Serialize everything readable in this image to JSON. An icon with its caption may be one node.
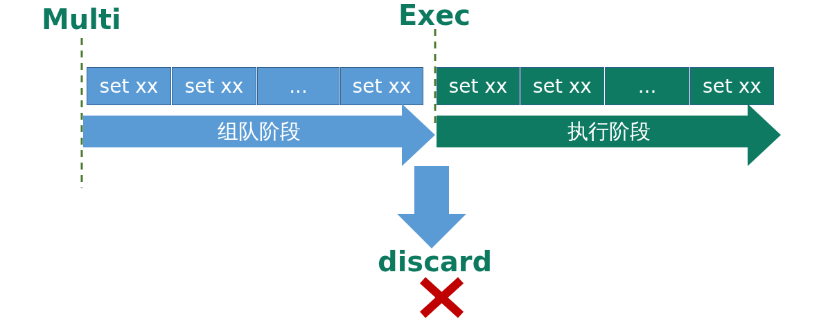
{
  "diagram": {
    "nodes": [
      {
        "text": [
          "set xx"
        ]
      },
      {
        "text": [
          "set xx"
        ]
      },
      {
        "text": [
          "..."
        ]
      },
      {
        "text": [
          "set xx"
        ]
      },
      {
        "text": [
          "组队阶段"
        ]
      },
      {
        "text": [
          "set xx"
        ]
      },
      {
        "text": [
          "set xx"
        ]
      },
      {
        "text": [
          "..."
        ]
      },
      {
        "text": [
          "set xx"
        ]
      },
      {
        "text": [
          "执行阶段"
        ]
      },
      {
        "text": [
          "discard"
        ]
      }
    ],
    "edges": [
      {
        "from": 4,
        "to": 10,
        "arrow": "to"
      }
    ],
    "labels": [
      "Multi",
      "Exec"
    ]
  }
}
